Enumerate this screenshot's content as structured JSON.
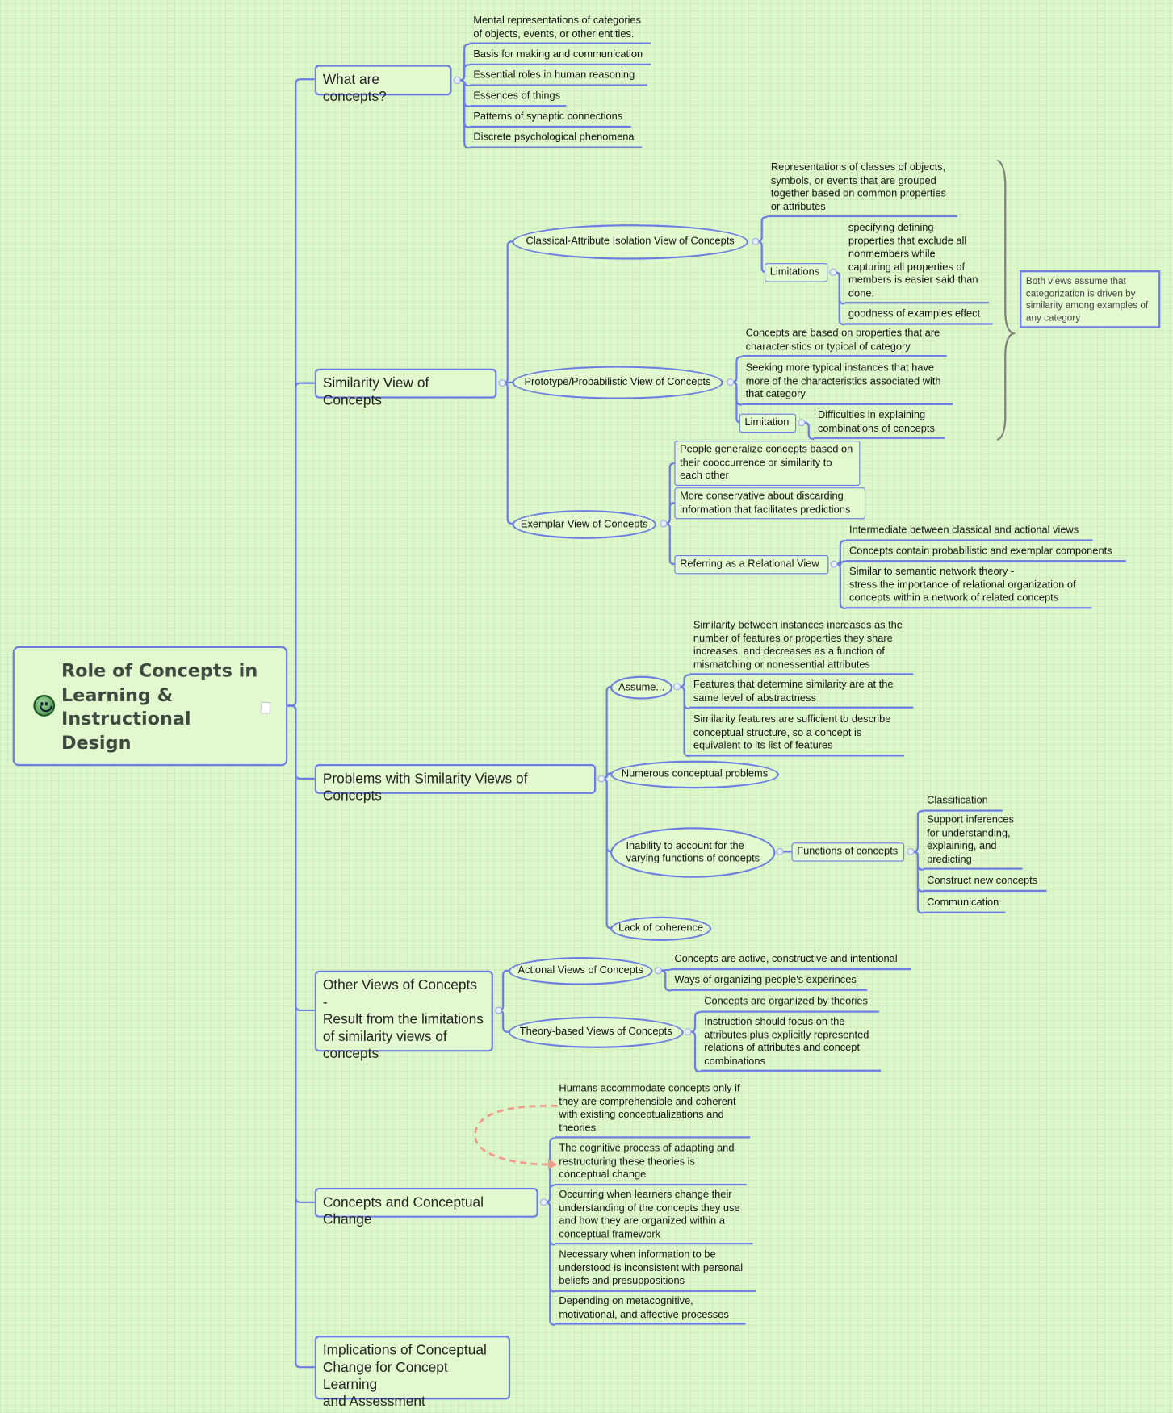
{
  "colors": {
    "line": "#6b7fe3",
    "background": "#def7ca",
    "relationship": "#f29a8c",
    "brace": "#808080"
  },
  "root": {
    "title": "Role of Concepts in\nLearning &\nInstructional\nDesign",
    "icon": "smiley-icon",
    "note_icon": "note-icon"
  },
  "what": {
    "label": "What are concepts?",
    "items": [
      "Mental representations of categories\nof objects, events, or other entities.",
      "Basis for making and communication",
      "Essential roles in human reasoning",
      "Essences of things",
      "Patterns of synaptic connections",
      "Discrete psychological phenomena"
    ]
  },
  "similarity": {
    "label": "Similarity View of Concepts",
    "classical": {
      "label": "Classical-Attribute Isolation View of Concepts",
      "definition": "Representations of classes of objects,\nsymbols, or events that are grouped\ntogether based on common properties\nor attributes",
      "limitations": {
        "label": "Limitations",
        "items": [
          "specifying defining\nproperties that exclude all\nnonmembers while\ncapturing all properties of\nmembers is easier said than\ndone.",
          "goodness of examples effect"
        ]
      }
    },
    "prototype": {
      "label": "Prototype/Probabilistic View of Concepts",
      "items": [
        "Concepts are based on properties that are\ncharacteristics or typical of category",
        "Seeking more typical instances that have\nmore of the characteristics associated with\nthat category"
      ],
      "limitation": {
        "label": "Limitation",
        "item": "Difficulties in explaining\ncombinations of concepts"
      }
    },
    "note": "Both views assume that\ncategorization is driven by\nsimilarity among examples of\nany category",
    "exemplar": {
      "label": "Exemplar View of Concepts",
      "items": [
        "People generalize concepts based on\ntheir cooccurrence or similarity to\neach other",
        "More conservative about discarding\ninformation that facilitates predictions"
      ],
      "relational": {
        "label": "Referring as a Relational View",
        "items": [
          "Intermediate between classical and actional views",
          "Concepts contain probabilistic and exemplar components",
          "Similar to semantic network theory -\nstress the importance of relational organization of\nconcepts within a network of related concepts"
        ]
      }
    }
  },
  "problems": {
    "label": "Problems with Similarity Views of Concepts",
    "assume": {
      "label": "Assume...",
      "items": [
        "Similarity between instances increases as the\nnumber of features or properties they share\nincreases, and decreases as a function of\nmismatching or nonessential attributes",
        "Features that determine similarity are at the\nsame level of abstractness",
        "Similarity features are sufficient to describe\nconceptual structure, so a concept is\nequivalent to its list of features"
      ]
    },
    "numerous": "Numerous conceptual problems",
    "inability": {
      "label": "Inability to account for the\nvarying functions of concepts",
      "functions": {
        "label": "Functions of concepts",
        "items": [
          "Classification",
          "Support inferences\nfor understanding,\nexplaining, and\npredicting",
          "Construct new concepts",
          "Communication"
        ]
      }
    },
    "coherence": "Lack of coherence"
  },
  "other": {
    "label": "Other Views of Concepts -\nResult from the limitations\nof similarity views of\nconcepts",
    "actional": {
      "label": "Actional Views of Concepts",
      "items": [
        "Concepts are active, constructive and intentional",
        "Ways of organizing people's experinces"
      ]
    },
    "theory": {
      "label": "Theory-based Views of Concepts",
      "items": [
        "Concepts are organized by theories",
        "Instruction should focus on the\nattributes plus explicitly represented\nrelations of attributes and concept\ncombinations"
      ]
    }
  },
  "change": {
    "label": "Concepts and Conceptual Change",
    "items": [
      "Humans accommodate concepts only if\nthey are comprehensible and coherent\nwith existing conceptualizations and\ntheories",
      "The cognitive process of adapting and\nrestructuring these theories is\nconceptual change",
      "Occurring when learners change their\nunderstanding of the concepts they use\nand how they are organized within a\nconceptual framework",
      "Necessary when information to be\nunderstood is inconsistent with personal\nbeliefs and presuppositions",
      "Depending on metacognitive,\nmotivational, and affective processes"
    ]
  },
  "implications": {
    "label": "Implications of Conceptual\nChange for Concept Learning\nand Assessment"
  }
}
